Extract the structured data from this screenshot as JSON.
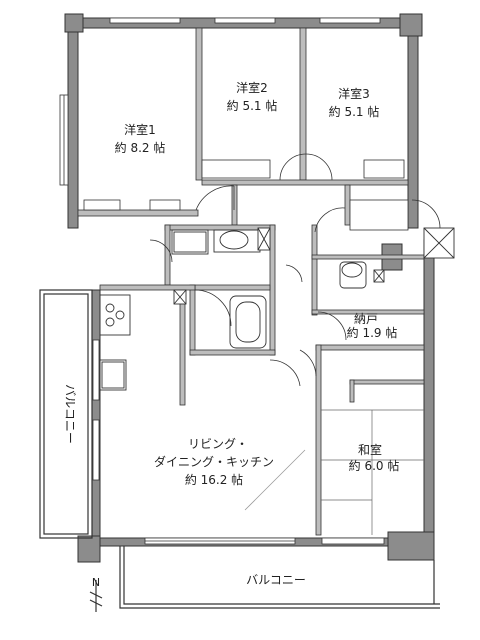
{
  "rooms": {
    "western1": {
      "name": "洋室1",
      "area": "約 8.2 帖"
    },
    "western2": {
      "name": "洋室2",
      "area": "約 5.1 帖"
    },
    "western3": {
      "name": "洋室3",
      "area": "約 5.1 帖"
    },
    "storage": {
      "name": "納戸",
      "area": "約 1.9 帖"
    },
    "japanese": {
      "name": "和室",
      "area": "約 6.0 帖"
    },
    "ldk": {
      "line1": "リビング・",
      "line2": "ダイニング・キッチン",
      "area": "約 16.2 帖"
    }
  },
  "balcony_left": "バルコニー",
  "balcony_bottom": "バルコニー",
  "compass": "N"
}
